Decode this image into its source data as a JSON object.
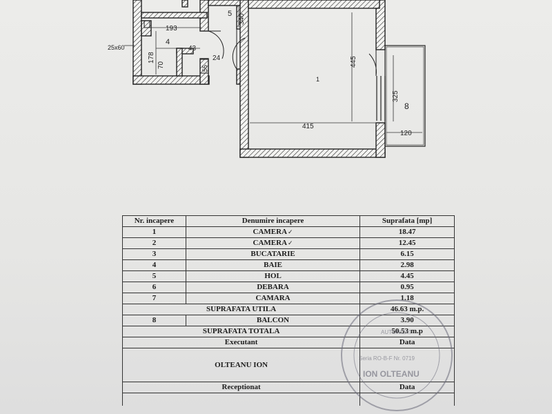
{
  "plan": {
    "room_numbers": [
      "1",
      "4",
      "5",
      "8"
    ],
    "dimensions": [
      "193",
      "178",
      "70",
      "43",
      "24",
      "55",
      "340",
      "445",
      "415",
      "325",
      "120"
    ],
    "window_note": "25x60"
  },
  "table": {
    "headers": [
      "Nr. incapere",
      "Denumire incapere",
      "Suprafata [mp]"
    ],
    "rooms": [
      {
        "nr": "1",
        "name": "CAMERA",
        "mark": "✓",
        "area": "18.47"
      },
      {
        "nr": "2",
        "name": "CAMERA",
        "mark": "✓",
        "area": "12.45"
      },
      {
        "nr": "3",
        "name": "BUCATARIE",
        "mark": "",
        "area": "6.15"
      },
      {
        "nr": "4",
        "name": "BAIE",
        "mark": "",
        "area": "2.98"
      },
      {
        "nr": "5",
        "name": "HOL",
        "mark": "",
        "area": "4.45"
      },
      {
        "nr": "6",
        "name": "DEBARA",
        "mark": "",
        "area": "0.95"
      },
      {
        "nr": "7",
        "name": "CAMARA",
        "mark": "",
        "area": "1.18"
      }
    ],
    "useful_label": "SUPRAFATA UTILA",
    "useful_value": "46.63 m.p.",
    "balcony": {
      "nr": "8",
      "name": "BALCON",
      "area": "3.90"
    },
    "total_label": "SUPRAFATA TOTALA",
    "total_value": "50.53 m.p",
    "executant_label": "Executant",
    "data_label": "Data",
    "executant_name": "OLTEANU ION",
    "receptionat_label": "Receptionat",
    "data_label_2": "Data"
  },
  "stamp": {
    "name": "ION OLTEANU",
    "code": "Seria RO-B-F Nr. 0719",
    "top_text": "AUTORIZAT"
  }
}
